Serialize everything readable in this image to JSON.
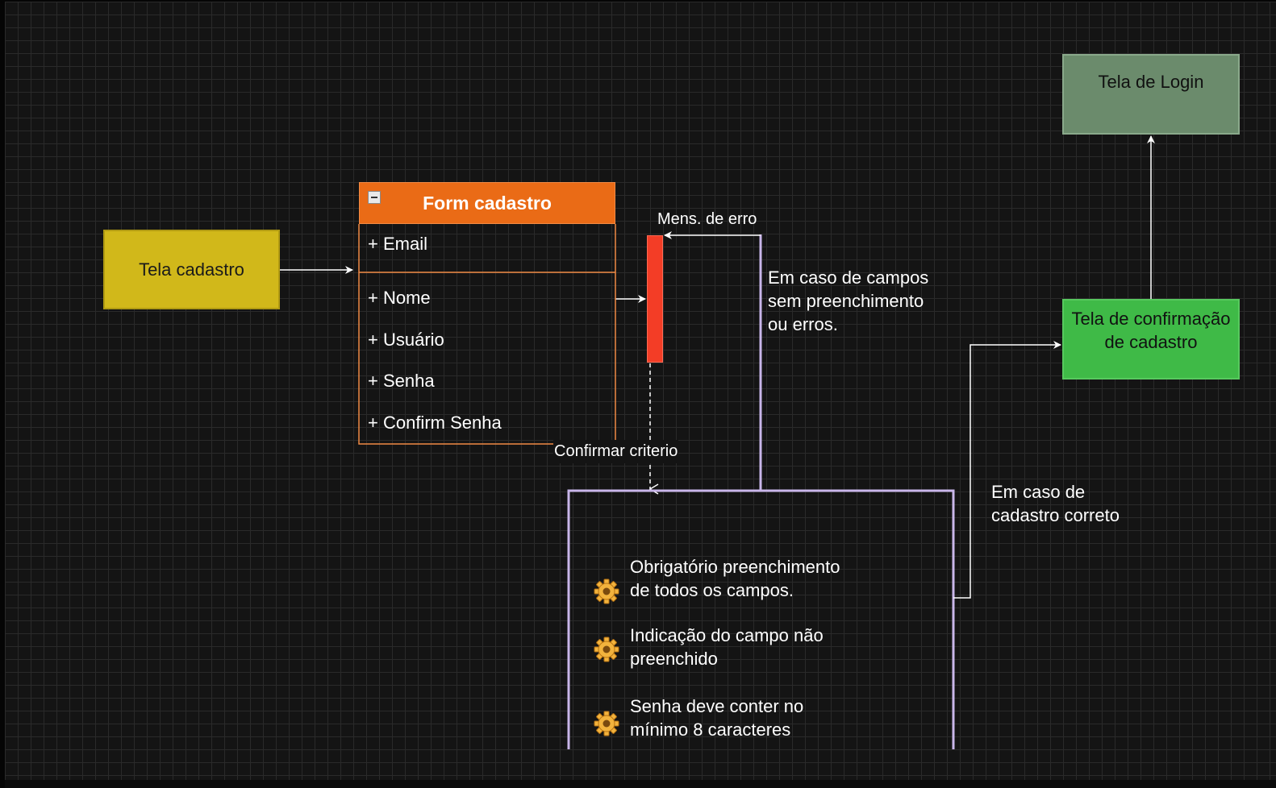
{
  "diagram": {
    "nodes": {
      "tela_cadastro": "Tela cadastro",
      "tela_login": "Tela de Login",
      "tela_confirmacao": "Tela de confirmação de cadastro"
    },
    "form": {
      "title": "Form cadastro",
      "fields": [
        "+ Email",
        "+ Nome",
        "+ Usuário",
        "+ Senha",
        "+ Confirm Senha"
      ]
    },
    "edge_labels": {
      "erro": "Mens. de erro",
      "criterio": "Confirmar criterio",
      "campos_line1": "Em caso de campos",
      "campos_line2": "sem preenchimento",
      "campos_line3": "ou erros.",
      "correto_line1": "Em caso de",
      "correto_line2": "cadastro correto"
    },
    "criteria": [
      {
        "icon": "gear-icon",
        "line1": "Obrigatório preenchimento",
        "line2": "de todos os campos."
      },
      {
        "icon": "gear-icon",
        "line1": "Indicação do campo não",
        "line2": "preenchido"
      },
      {
        "icon": "gear-icon",
        "line1": "Senha deve conter no",
        "line2": "mínimo 8 caracteres"
      }
    ],
    "colors": {
      "background": "#141414",
      "tela_cadastro": "#d1b81a",
      "form_header": "#ea6b16",
      "error_bar": "#f33d26",
      "tela_login": "#6b8b6c",
      "tela_confirmacao": "#3fba47",
      "container_border": "#c9b6ea"
    }
  }
}
